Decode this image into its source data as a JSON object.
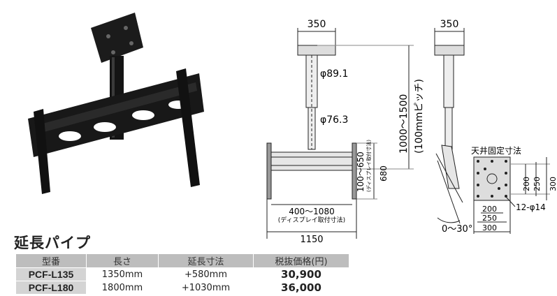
{
  "diagram": {
    "front_width_top": "350",
    "pipe_upper_dia": "φ89.1",
    "pipe_lower_dia": "φ76.3",
    "bracket_vertical": "100～650",
    "bracket_vertical_note": "(ディスプレイ取付寸法)",
    "bracket_height": "680",
    "bracket_span": "400～1080",
    "bracket_span_note": "(ディスプレイ取付寸法)",
    "total_width": "1150",
    "height_range": "1000～1500",
    "height_pitch": "(100mmピッチ)",
    "side_width_top": "350",
    "tilt": "0～30°",
    "ceiling_title": "天井固定寸法",
    "ceiling_v200": "200",
    "ceiling_v250": "250",
    "ceiling_v300": "300",
    "ceiling_h200": "200",
    "ceiling_h250": "250",
    "ceiling_h300": "300",
    "holes": "12-φ14"
  },
  "section_title": "延長パイプ",
  "table": {
    "headers": [
      "型番",
      "長さ",
      "延長寸法",
      "税抜価格(円)"
    ],
    "rows": [
      [
        "PCF-L135",
        "1350mm",
        "+580mm",
        "30,900"
      ],
      [
        "PCF-L180",
        "1800mm",
        "+1030mm",
        "36,000"
      ]
    ]
  }
}
